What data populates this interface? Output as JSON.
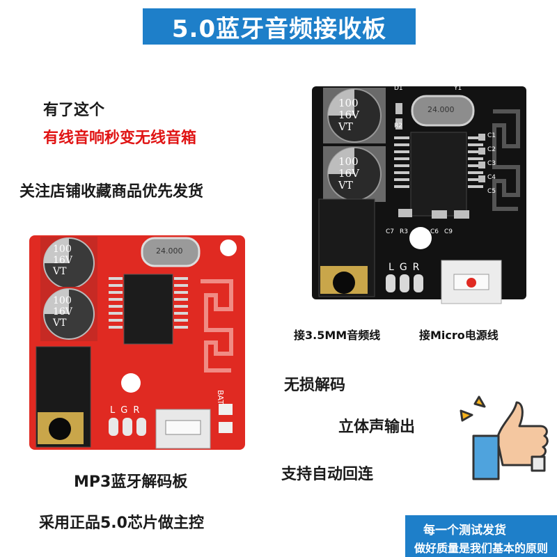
{
  "title": "5.0蓝牙音频接收板",
  "left_text": {
    "line1": "有了这个",
    "line2": "有线音响秒变无线音箱",
    "line3": "关注店铺收藏商品优先发货"
  },
  "features": {
    "lossless": "无损解码",
    "stereo": "立体声输出",
    "reconnect": "支持自动回连"
  },
  "board_text": {
    "mp3_label": "MP3蓝牙解码板",
    "chip_label": "采用正品5.0芯片做主控"
  },
  "black_board": {
    "cap_3_5mm": "接3.5MM音频线",
    "cap_micro": "接Micro电源线",
    "cap_values": [
      "100",
      "16V",
      "VT"
    ],
    "crystal": "24.000",
    "pin_labels": [
      "L",
      "G",
      "R"
    ],
    "silk": [
      "D1",
      "Y1",
      "R2",
      "C1",
      "C2",
      "C3",
      "C4",
      "C5",
      "C6",
      "C7",
      "R3",
      "C9"
    ]
  },
  "red_board": {
    "cap_values": [
      "100",
      "16V",
      "VT"
    ],
    "crystal": "24.000",
    "pin_labels": [
      "L",
      "G",
      "R"
    ],
    "bat_label": "BAT"
  },
  "corner": {
    "line1": "每一个测试发货",
    "line2": "做好质量是我们基本的原则"
  },
  "colors": {
    "banner": "#1e7fc9",
    "highlight": "#e01414",
    "red_board": "#e02a22",
    "black_board": "#111111"
  }
}
